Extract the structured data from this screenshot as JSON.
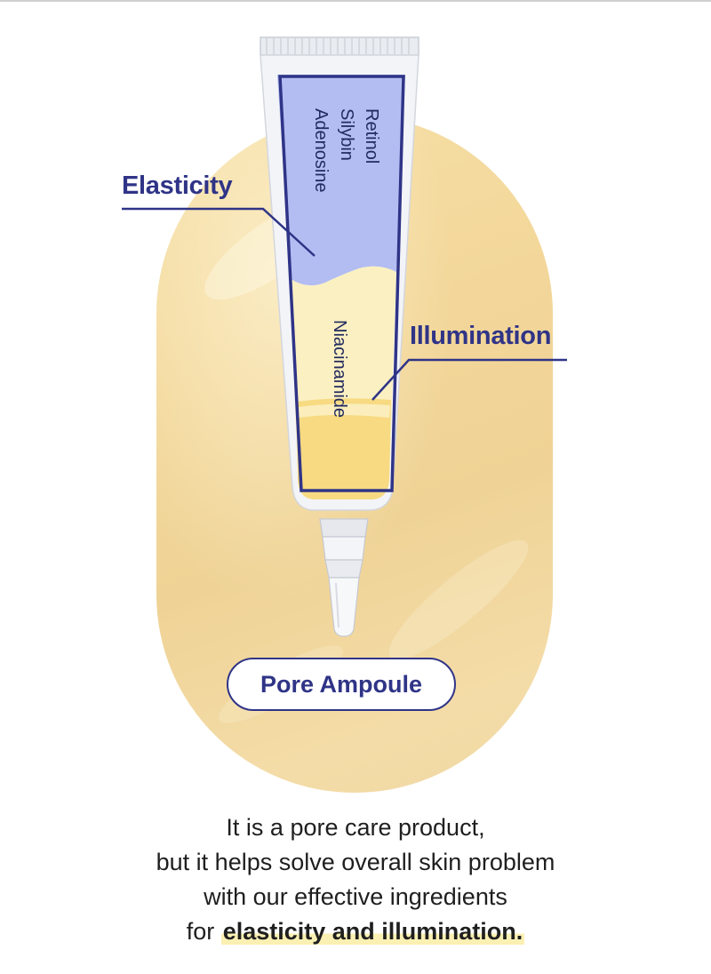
{
  "labels": {
    "elasticity": "Elasticity",
    "illumination": "Illumination"
  },
  "tube": {
    "upper_ingredients": [
      "Retinol",
      "Silybin",
      "Adenosine"
    ],
    "lower_ingredient": "Niacinamide"
  },
  "badge": "Pore Ampoule",
  "caption": {
    "line1": "It is a pore care product,",
    "line2": "but it helps solve overall skin problem",
    "line3": "with our effective ingredients",
    "line4_prefix": "for ",
    "line4_highlight": "elasticity and illumination."
  },
  "colors": {
    "brand_navy": "#2f3487",
    "tube_lavender": "#b3bdf2",
    "tube_cream": "#fbf0c2",
    "tube_yellow": "#f6d77a",
    "background_pill": "#f3d79a",
    "highlight": "#fbf0b3"
  }
}
